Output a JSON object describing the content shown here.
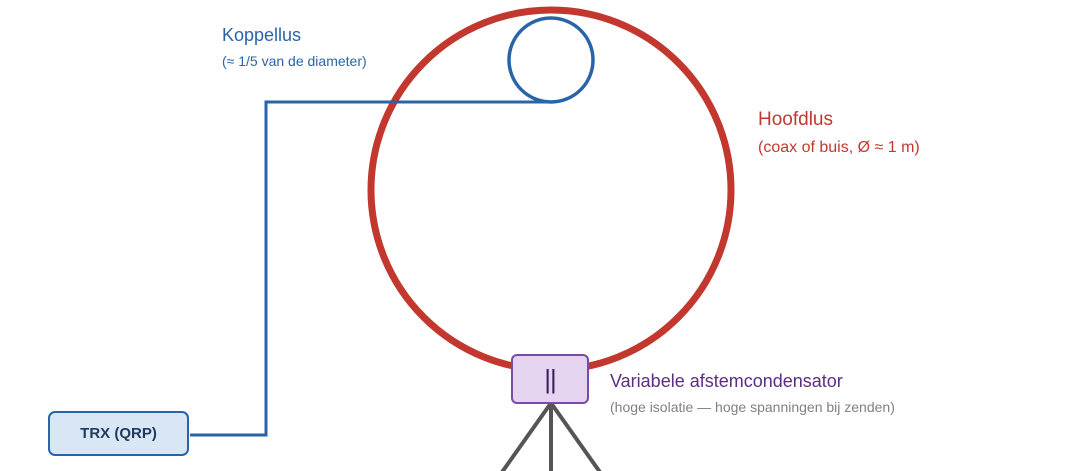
{
  "coupling_loop": {
    "title": "Koppellus",
    "subtitle": "(≈ 1/5 van de diameter)",
    "color": "#2a64a8"
  },
  "main_loop": {
    "title": "Hoofdlus",
    "subtitle": "(coax of buis, Ø ≈ 1 m)",
    "color": "#c2382f"
  },
  "capacitor": {
    "symbol": "||",
    "title": "Variabele afstemcondensator",
    "subtitle": "(hoge isolatie — hoge spanningen bij zenden)",
    "color": "#5b2d86"
  },
  "transceiver": {
    "label": "TRX (QRP)"
  },
  "tripod": {
    "color": "#555555"
  }
}
